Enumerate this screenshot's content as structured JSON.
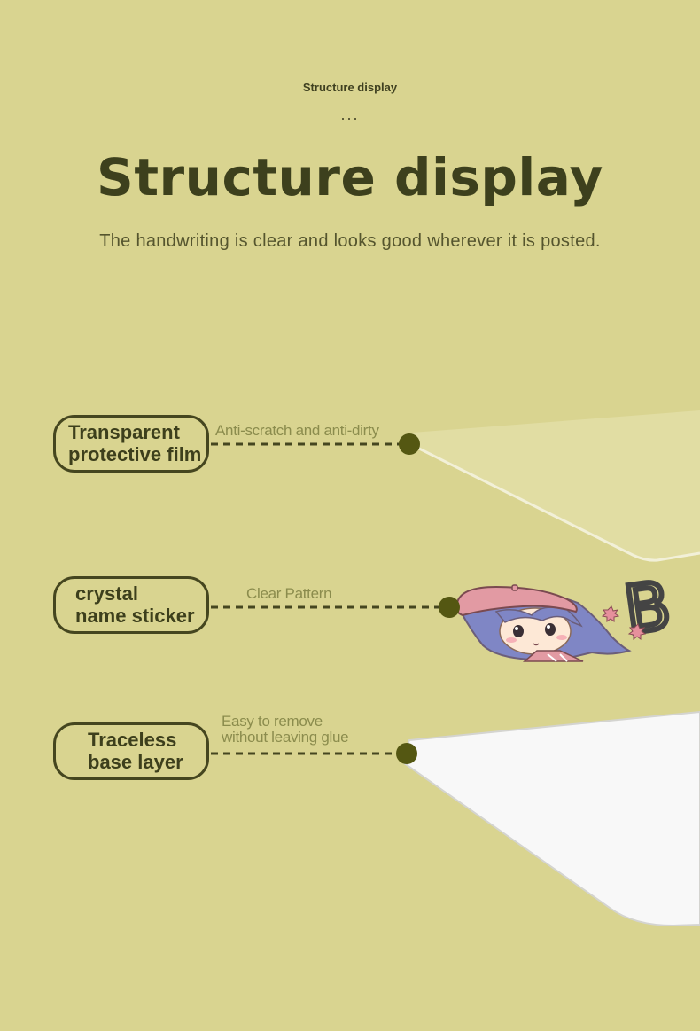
{
  "header": {
    "eyebrow": "Structure display",
    "dots": "...",
    "title": "Structure display",
    "subtitle": "The handwriting is clear and looks good wherever it is posted."
  },
  "layers": [
    {
      "name_line1": "Transparent",
      "name_line2": "protective film",
      "note_line1": "Anti-scratch and anti-dirty",
      "note_line2": ""
    },
    {
      "name_line1": "crystal",
      "name_line2": "name sticker",
      "note_line1": "Clear Pattern",
      "note_line2": ""
    },
    {
      "name_line1": "Traceless",
      "name_line2": "base layer",
      "note_line1": "Easy to remove",
      "note_line2": "without leaving glue"
    }
  ],
  "sticker_letter": "B",
  "colors": {
    "background": "#d9d490",
    "dark_olive": "#45461f",
    "dot": "#545712",
    "note_text": "#8b8c4d"
  }
}
